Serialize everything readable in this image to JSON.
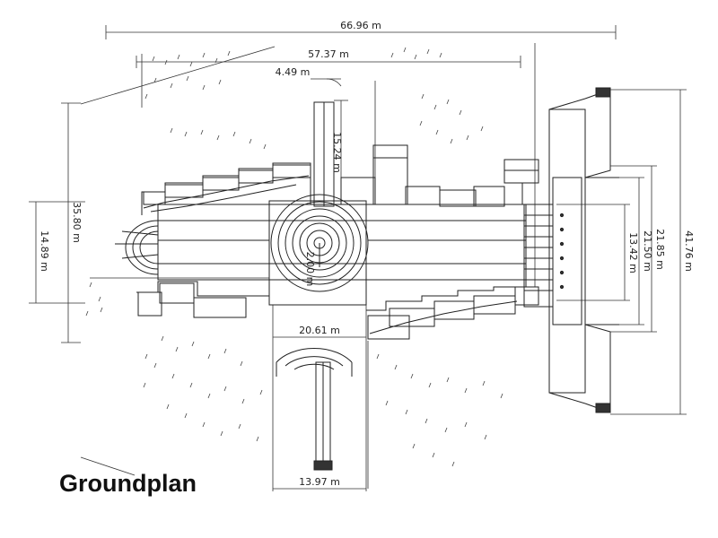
{
  "caption": "Groundplan",
  "dimensions": {
    "total_length": "66.96 m",
    "inner_length": "57.37 m",
    "tower_width": "4.49 m",
    "tower_length": "15.24 m",
    "left_height": "35.80 m",
    "nave_width": "14.89 m",
    "dome_diameter": "2.00 m",
    "crossing_width": "20.61 m",
    "bottom_width": "13.97 m",
    "right_total": "41.76 m",
    "right_a": "21.85 m",
    "right_b": "21.50 m",
    "right_c": "13.42 m"
  },
  "colors": {
    "ink": "#222222",
    "background": "#ffffff",
    "dark_fill": "#333333"
  }
}
